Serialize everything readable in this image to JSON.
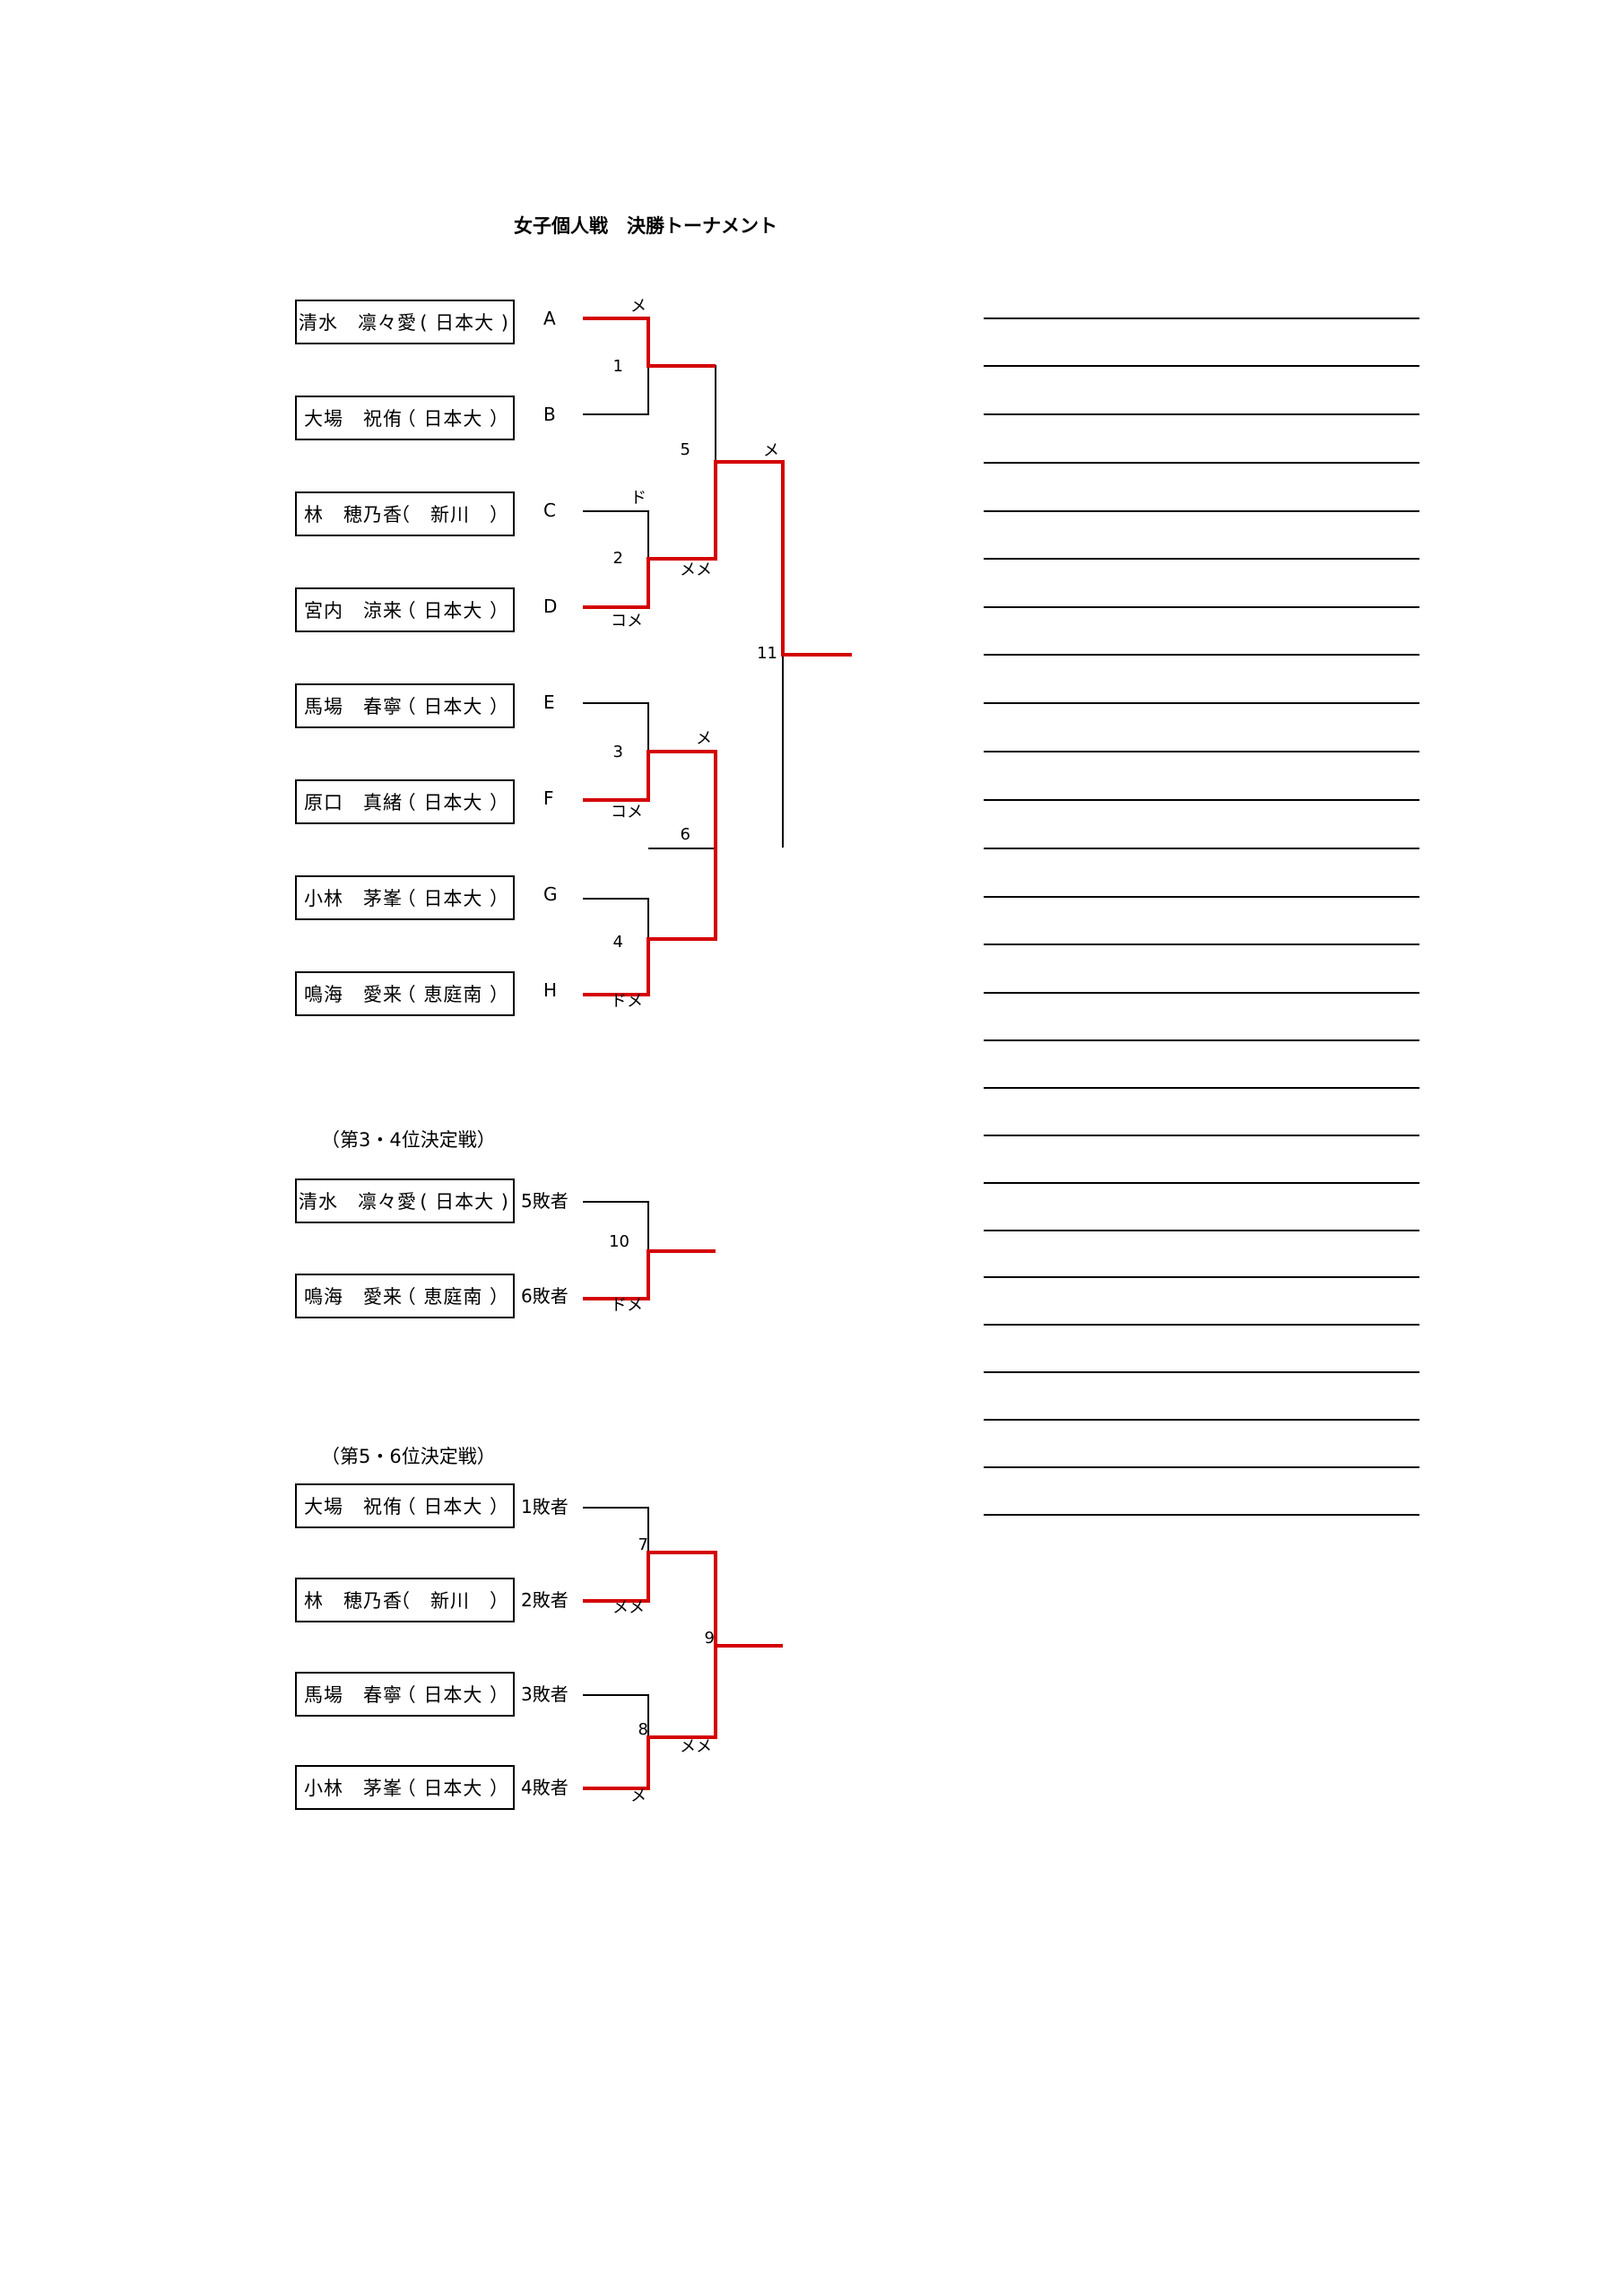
{
  "title": "女子個人戦　決勝トーナメント",
  "main_bracket": {
    "players": [
      {
        "name": "清水　凛々愛",
        "team": "( 日本大 )",
        "slot": "A"
      },
      {
        "name": "大場　祝侑",
        "team": "（ 日本大 ）",
        "slot": "B"
      },
      {
        "name": "林　穂乃香",
        "team": "（　新川　）",
        "slot": "C"
      },
      {
        "name": "宮内　涼来",
        "team": "（ 日本大 ）",
        "slot": "D"
      },
      {
        "name": "馬場　春寧",
        "team": "（ 日本大 ）",
        "slot": "E"
      },
      {
        "name": "原口　真緒",
        "team": "（ 日本大 ）",
        "slot": "F"
      },
      {
        "name": "小林　茅峯",
        "team": "（ 日本大 ）",
        "slot": "G"
      },
      {
        "name": "鳴海　愛来",
        "team": "（ 恵庭南 ）",
        "slot": "H"
      }
    ],
    "match_numbers": [
      "1",
      "2",
      "3",
      "4",
      "5",
      "6",
      "11"
    ],
    "results": {
      "m1_top": "メ",
      "m2_top": "ド",
      "m2_bottom": "コメ",
      "m3_bottom": "コメ",
      "m4_bottom": "ドメ",
      "m5_bottom": "メメ",
      "m6_top": "メ",
      "m11_top": "メ"
    }
  },
  "third_place": {
    "heading": "（第3・4位決定戦）",
    "players": [
      {
        "name": "清水　凛々愛",
        "team": "( 日本大 )",
        "slot": "5敗者"
      },
      {
        "name": "鳴海　愛来",
        "team": "（ 恵庭南 ）",
        "slot": "6敗者"
      }
    ],
    "match_number": "10",
    "result": "ドメ"
  },
  "fifth_place": {
    "heading": "（第5・6位決定戦）",
    "players": [
      {
        "name": "大場　祝侑",
        "team": "（ 日本大 ）",
        "slot": "1敗者"
      },
      {
        "name": "林　穂乃香",
        "team": "（　新川　）",
        "slot": "2敗者"
      },
      {
        "name": "馬場　春寧",
        "team": "（ 日本大 ）",
        "slot": "3敗者"
      },
      {
        "name": "小林　茅峯",
        "team": "（ 日本大 ）",
        "slot": "4敗者"
      }
    ],
    "match_numbers": [
      "7",
      "8",
      "9"
    ],
    "results": {
      "m7_bottom": "メメ",
      "m8_bottom": "メ",
      "m9_bottom": "メメ"
    }
  },
  "colors": {
    "winner_line": "#d40000",
    "line": "#000000"
  }
}
